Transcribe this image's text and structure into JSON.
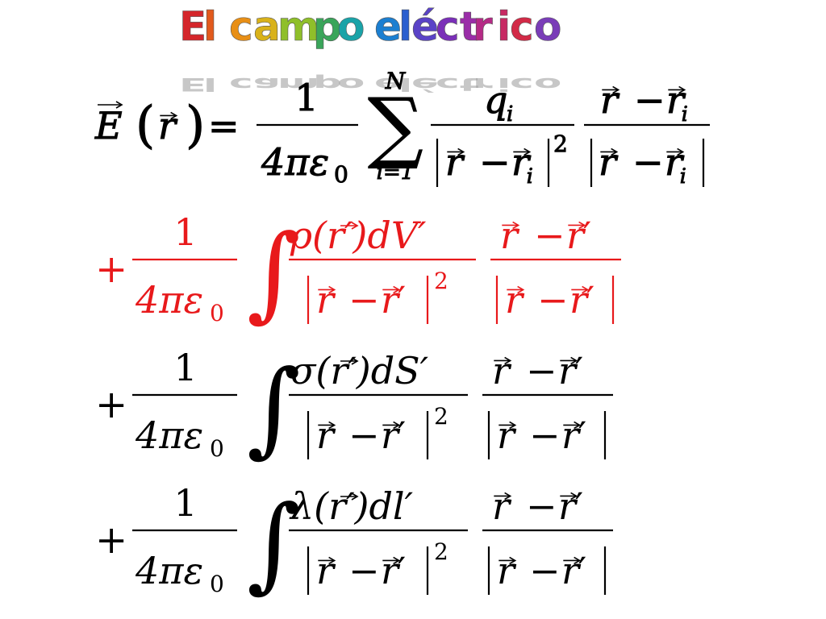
{
  "title": {
    "text": "El campo eléctrico",
    "letters": [
      "E",
      "l",
      " ",
      "c",
      "a",
      "m",
      "p",
      "o",
      " ",
      "e",
      "l",
      "é",
      "c",
      "t",
      "r",
      "i",
      "c",
      "o"
    ],
    "colors": [
      "#d4262b",
      "#e25a1d",
      "#000000",
      "#e88f16",
      "#d9b21a",
      "#8fbf2a",
      "#3aa55a",
      "#1aa3a8",
      "#000000",
      "#1b7fd1",
      "#2b5fcf",
      "#5a43c7",
      "#7a2fb8",
      "#9a2da8",
      "#b52a86",
      "#c72a63",
      "#d22a47",
      "#7a3db8"
    ],
    "shadow_color": "#9a9a9a"
  },
  "colors": {
    "text": "#000000",
    "highlight": "#e8191b"
  },
  "glyphs": {
    "sigma": "∑",
    "sum_upper": "N",
    "sum_lower": "i=1",
    "integral": "∫",
    "plus": "+",
    "equals": "=",
    "minus": "−",
    "one": "1",
    "four_pi_eps": "4πε",
    "sub0": "0",
    "squared": "2",
    "r": "r",
    "r_prime": "r′",
    "E": "E",
    "q": "q",
    "i": "i",
    "rho_num": "ρ(r′)dV′",
    "sigma_num": "σ(r′)dS′",
    "lambda_num": "λ(r′)dl′",
    "arrow": "→"
  }
}
